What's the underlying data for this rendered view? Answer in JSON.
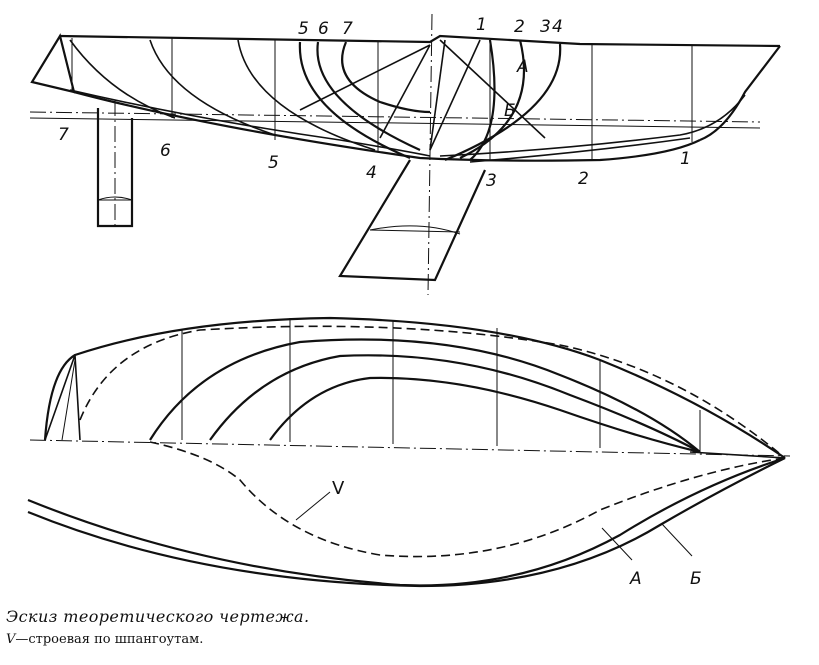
{
  "figure": {
    "station_labels_right": [
      "1",
      "2",
      "3",
      "4"
    ],
    "station_labels_left": [
      "5",
      "6",
      "7"
    ],
    "profile_labels": [
      "7",
      "6",
      "5",
      "4",
      "3",
      "2",
      "1"
    ],
    "body_plan_labels": {
      "a": "А",
      "b": "Б"
    },
    "plan_labels": {
      "v": "V",
      "a": "А",
      "b": "Б"
    }
  },
  "caption": {
    "title": "Эскиз теоретического чертежа.",
    "legend_symbol": "V",
    "legend_text": "—строевая по шпангоутам."
  }
}
